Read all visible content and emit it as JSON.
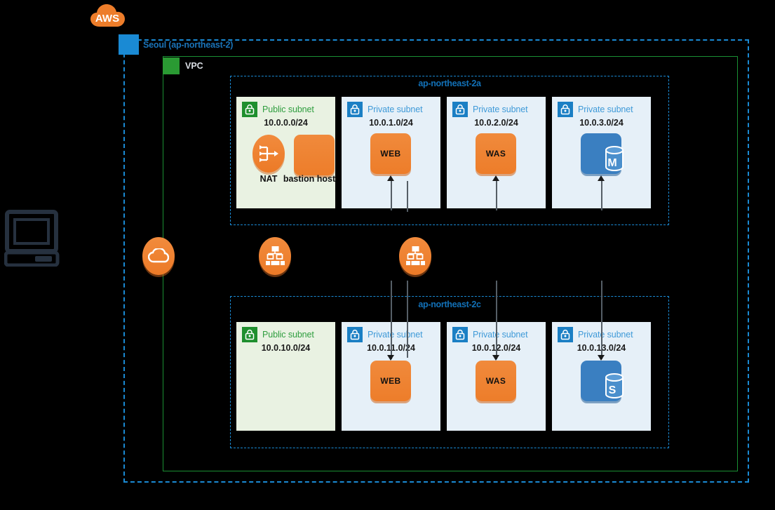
{
  "diagram": {
    "cloud_logo": "AWS",
    "region": {
      "label": "Seoul (ap-northeast-2)",
      "badge_color": "#1a8ad4"
    },
    "vpc": {
      "label": "VPC",
      "badge_color": "#2a9a33",
      "border_color": "#1a8f33"
    },
    "client": {
      "icon": "desktop-computer-icon"
    },
    "internet_gateway": {
      "icon": "cloud-icon"
    },
    "load_balancers": [
      {
        "name": "web-load-balancer",
        "icon": "load-balancer-icon"
      },
      {
        "name": "was-load-balancer",
        "icon": "load-balancer-icon"
      }
    ],
    "availability_zones": [
      {
        "id": "az-a",
        "label": "ap-northeast-2a",
        "subnets": [
          {
            "kind": "public",
            "type_label": "Public subnet",
            "cidr": "10.0.0.0/24",
            "lock_icon": "lock-icon",
            "nodes": [
              {
                "name": "nat-gateway",
                "icon": "nat-gateway-icon",
                "caption": "NAT"
              },
              {
                "name": "bastion-host",
                "icon": "ec2-instance-icon",
                "caption": "bastion host",
                "label": ""
              }
            ]
          },
          {
            "kind": "private",
            "type_label": "Private subnet",
            "cidr": "10.0.1.0/24",
            "lock_icon": "lock-icon",
            "nodes": [
              {
                "name": "web-server",
                "icon": "ec2-instance-icon",
                "label": "WEB"
              }
            ]
          },
          {
            "kind": "private",
            "type_label": "Private subnet",
            "cidr": "10.0.2.0/24",
            "lock_icon": "lock-icon",
            "nodes": [
              {
                "name": "was-server",
                "icon": "ec2-instance-icon",
                "label": "WAS"
              }
            ]
          },
          {
            "kind": "private",
            "type_label": "Private subnet",
            "cidr": "10.0.3.0/24",
            "lock_icon": "lock-icon",
            "nodes": [
              {
                "name": "rds-master",
                "icon": "database-icon",
                "label": "M"
              }
            ]
          }
        ]
      },
      {
        "id": "az-c",
        "label": "ap-northeast-2c",
        "subnets": [
          {
            "kind": "public",
            "type_label": "Public subnet",
            "cidr": "10.0.10.0/24",
            "lock_icon": "lock-icon",
            "nodes": []
          },
          {
            "kind": "private",
            "type_label": "Private subnet",
            "cidr": "10.0.11.0/24",
            "lock_icon": "lock-icon",
            "nodes": [
              {
                "name": "web-server",
                "icon": "ec2-instance-icon",
                "label": "WEB"
              }
            ]
          },
          {
            "kind": "private",
            "type_label": "Private subnet",
            "cidr": "10.0.12.0/24",
            "lock_icon": "lock-icon",
            "nodes": [
              {
                "name": "was-server",
                "icon": "ec2-instance-icon",
                "label": "WAS"
              }
            ]
          },
          {
            "kind": "private",
            "type_label": "Private subnet",
            "cidr": "10.0.13.0/24",
            "lock_icon": "lock-icon",
            "nodes": [
              {
                "name": "rds-standby",
                "icon": "database-icon",
                "label": "S"
              }
            ]
          }
        ]
      }
    ],
    "colors": {
      "aws_orange": "#ed7d2a",
      "region_blue": "#1a8ad4",
      "vpc_green": "#1a8f33",
      "public_subnet_bg": "#e9f2e2",
      "private_subnet_bg": "#e6f0f8",
      "database_blue": "#3a7fc1",
      "connector_gray": "#555e66",
      "background": "#000000"
    }
  }
}
